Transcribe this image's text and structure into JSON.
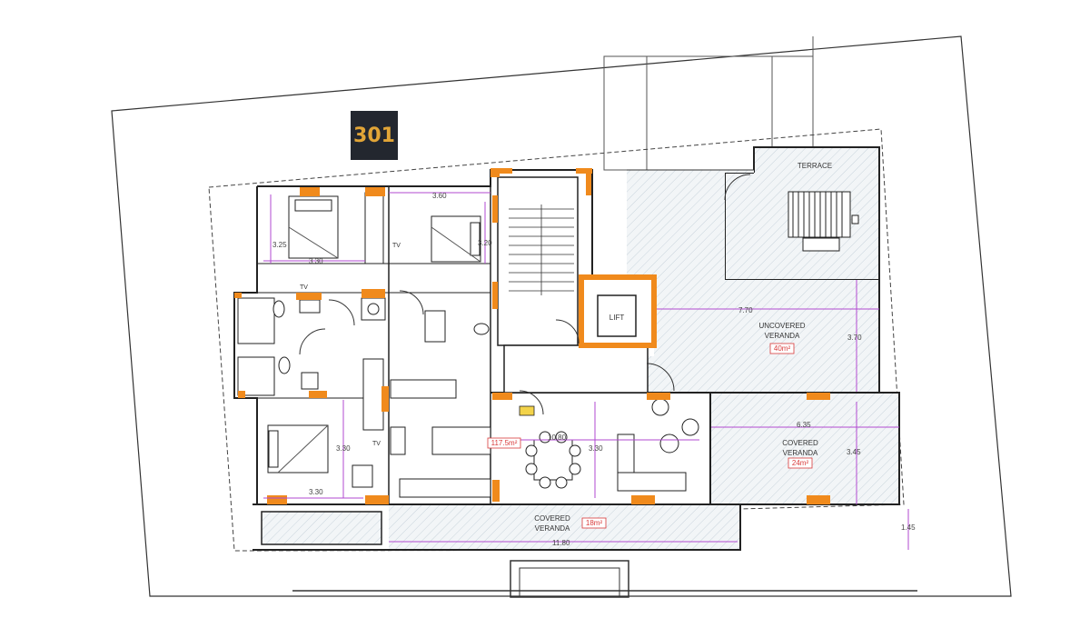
{
  "unit": {
    "number": "301"
  },
  "rooms": {
    "terrace": "TERRACE",
    "lift": "LIFT",
    "uncovered_veranda": {
      "line1": "UNCOVERED",
      "line2": "VERANDA",
      "area": "40m²"
    },
    "covered_veranda_right": {
      "line1": "COVERED",
      "line2": "VERANDA",
      "area": "24m²"
    },
    "covered_veranda_bottom": {
      "line1": "COVERED",
      "line2": "VERANDA",
      "area": "18m²"
    },
    "interior_area": "117.5m²",
    "tv_label": "TV"
  },
  "dimensions": {
    "bed1_height": "3.25",
    "bed1_width": "3.30",
    "bed2_width": "3.60",
    "bed2_height": "3.20",
    "bed3_height": "3.30",
    "bed3_width": "3.30",
    "living_width": "10.80",
    "living_height": "3.30",
    "uncovered_width": "7.70",
    "uncovered_height": "3.70",
    "covered_right_width": "6.35",
    "covered_right_height": "3.45",
    "covered_bottom_width": "11.80",
    "covered_bottom_depth": "1.45"
  },
  "colors": {
    "badge_bg": "#23272f",
    "badge_text": "#e2a537",
    "column": "#f08a1c",
    "dimension": "#b14ad0",
    "area_tag": "#d83a3a"
  }
}
